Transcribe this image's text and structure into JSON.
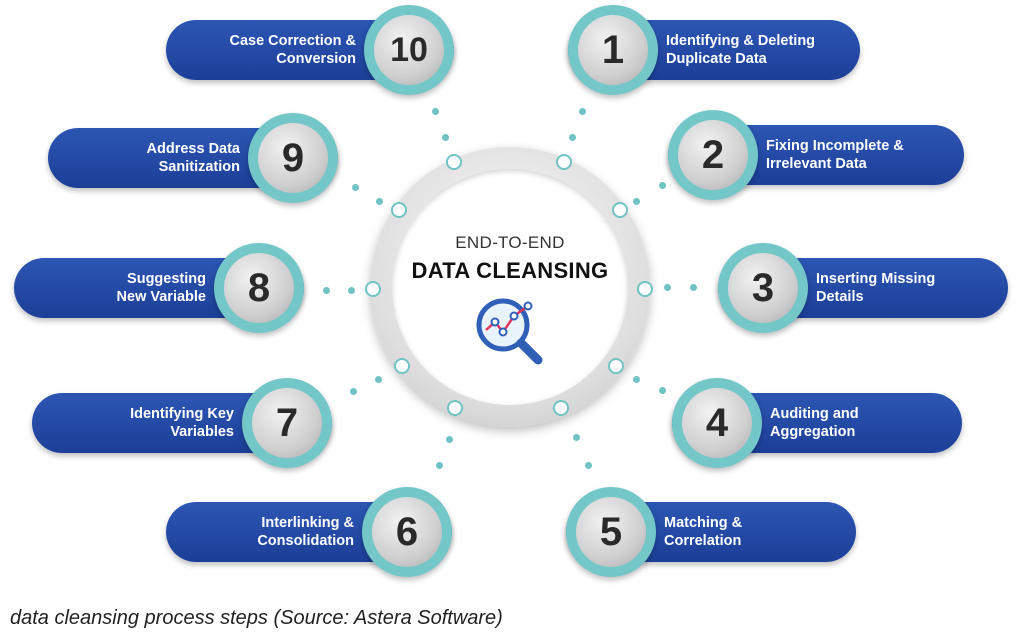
{
  "center": {
    "title_line1": "END-TO-END",
    "title_line2": "DATA CLEANSING",
    "icon": "magnifier-chart-icon"
  },
  "steps": [
    {
      "number": "1",
      "label": "Identifying & Deleting\nDuplicate Data"
    },
    {
      "number": "2",
      "label": "Fixing Incomplete &\nIrrelevant Data"
    },
    {
      "number": "3",
      "label": "Inserting Missing\nDetails"
    },
    {
      "number": "4",
      "label": "Auditing and\nAggregation"
    },
    {
      "number": "5",
      "label": "Matching &\nCorrelation"
    },
    {
      "number": "6",
      "label": "Interlinking &\nConsolidation"
    },
    {
      "number": "7",
      "label": "Identifying Key\nVariables"
    },
    {
      "number": "8",
      "label": "Suggesting\nNew Variable"
    },
    {
      "number": "9",
      "label": "Address Data\nSanitization"
    },
    {
      "number": "10",
      "label": "Case Correction &\nConversion"
    }
  ],
  "caption": "data cleansing process steps (Source: Astera Software)",
  "colors": {
    "pill": "#1c3f98",
    "teal": "#73c7c9",
    "badge_gray": "#cfcfcf"
  }
}
